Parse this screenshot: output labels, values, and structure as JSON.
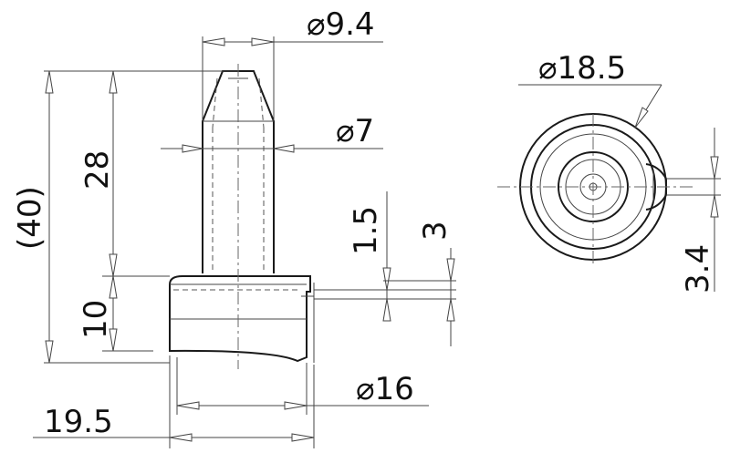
{
  "dimensions": {
    "dia_9_4": "9.4",
    "dia_7": "7",
    "dia_16": "16",
    "dia_18_5": "18.5",
    "len_28": "28",
    "len_40": "40",
    "len_10": "10",
    "len_1_5": "1.5",
    "len_3": "3",
    "len_3_4": "3.4",
    "len_19_5": "19.5"
  },
  "symbols": {
    "diameter": "⌀",
    "paren_open": "(",
    "paren_close": ")"
  }
}
